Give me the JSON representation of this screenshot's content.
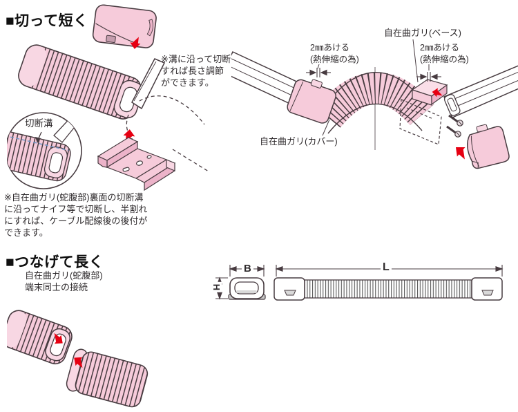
{
  "colors": {
    "pink": "#F6CBDA",
    "pink_light": "#F8D7E3",
    "pink_shade": "#ECB3C9",
    "line": "#473b40",
    "red": "#E60012",
    "groove_blue": "#6a93c6"
  },
  "section_cut": {
    "heading": "■切って短く",
    "groove_note": "※溝に沿って切断\nすれば長さ調節\nができます。",
    "groove_label": "切断溝",
    "halving_note": "※自在曲ガリ(蛇腹部)裏面の切断溝\nに沿ってナイフ等で切断し、半割れ\nにすれば、ケーブル配線後の後付が\nできます。"
  },
  "section_corner": {
    "base_label": "自在曲ガリ(ベース)",
    "gap_left_label": "2㎜あける\n(熱伸縮の為)",
    "gap_right_label": "2㎜あける\n(熱伸縮の為)",
    "cover_label": "自在曲ガリ(カバー)"
  },
  "section_connect": {
    "heading": "■つなげて長く",
    "description": "自在曲ガリ(蛇腹部)\n端末同士の接続"
  },
  "dimensions": {
    "width": "B",
    "length": "L",
    "height": "H"
  }
}
